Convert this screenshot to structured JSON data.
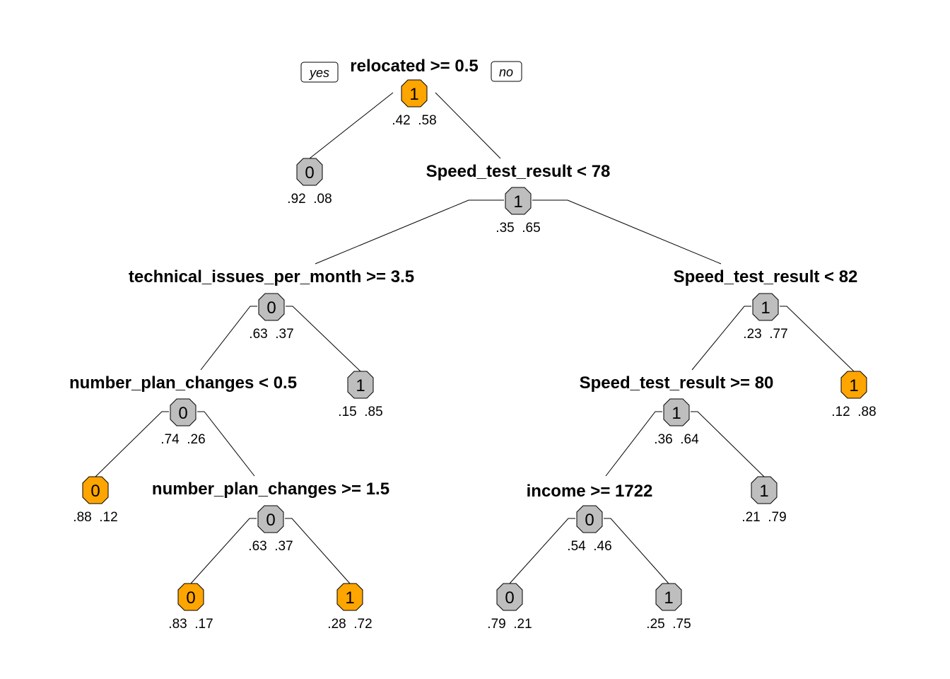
{
  "branch_labels": {
    "yes": "yes",
    "no": "no"
  },
  "colors": {
    "highlight": "#FFA500",
    "neutral": "#BEBEBE",
    "edge": "#000000"
  },
  "nodes": [
    {
      "id": "root",
      "label": "1",
      "probs": ".42  .58",
      "split": "relocated >= 0.5",
      "highlight": true
    },
    {
      "id": "n2",
      "label": "0",
      "probs": ".92  .08",
      "split": "",
      "highlight": false
    },
    {
      "id": "n3",
      "label": "1",
      "probs": ".35  .65",
      "split": "Speed_test_result < 78",
      "highlight": false
    },
    {
      "id": "n6",
      "label": "0",
      "probs": ".63  .37",
      "split": "technical_issues_per_month >= 3.5",
      "highlight": false
    },
    {
      "id": "n7",
      "label": "1",
      "probs": ".23  .77",
      "split": "Speed_test_result < 82",
      "highlight": false
    },
    {
      "id": "n12",
      "label": "0",
      "probs": ".74  .26",
      "split": "number_plan_changes < 0.5",
      "highlight": false
    },
    {
      "id": "n13",
      "label": "1",
      "probs": ".15  .85",
      "split": "",
      "highlight": false
    },
    {
      "id": "n14",
      "label": "1",
      "probs": ".36  .64",
      "split": "Speed_test_result >= 80",
      "highlight": false
    },
    {
      "id": "n15",
      "label": "1",
      "probs": ".12  .88",
      "split": "",
      "highlight": true
    },
    {
      "id": "n24",
      "label": "0",
      "probs": ".88  .12",
      "split": "",
      "highlight": true
    },
    {
      "id": "n25",
      "label": "0",
      "probs": ".63  .37",
      "split": "number_plan_changes >= 1.5",
      "highlight": false
    },
    {
      "id": "n28",
      "label": "0",
      "probs": ".54  .46",
      "split": "income >= 1722",
      "highlight": false
    },
    {
      "id": "n29",
      "label": "1",
      "probs": ".21  .79",
      "split": "",
      "highlight": false
    },
    {
      "id": "n50",
      "label": "0",
      "probs": ".83  .17",
      "split": "",
      "highlight": true
    },
    {
      "id": "n51",
      "label": "1",
      "probs": ".28  .72",
      "split": "",
      "highlight": true
    },
    {
      "id": "n56",
      "label": "0",
      "probs": ".79  .21",
      "split": "",
      "highlight": false
    },
    {
      "id": "n57",
      "label": "1",
      "probs": ".25  .75",
      "split": "",
      "highlight": false
    }
  ],
  "edges": [
    [
      "root",
      "n2"
    ],
    [
      "root",
      "n3"
    ],
    [
      "n3",
      "n6"
    ],
    [
      "n3",
      "n7"
    ],
    [
      "n6",
      "n12"
    ],
    [
      "n6",
      "n13"
    ],
    [
      "n7",
      "n14"
    ],
    [
      "n7",
      "n15"
    ],
    [
      "n12",
      "n24"
    ],
    [
      "n12",
      "n25"
    ],
    [
      "n14",
      "n28"
    ],
    [
      "n14",
      "n29"
    ],
    [
      "n25",
      "n50"
    ],
    [
      "n25",
      "n51"
    ],
    [
      "n28",
      "n56"
    ],
    [
      "n28",
      "n57"
    ]
  ]
}
